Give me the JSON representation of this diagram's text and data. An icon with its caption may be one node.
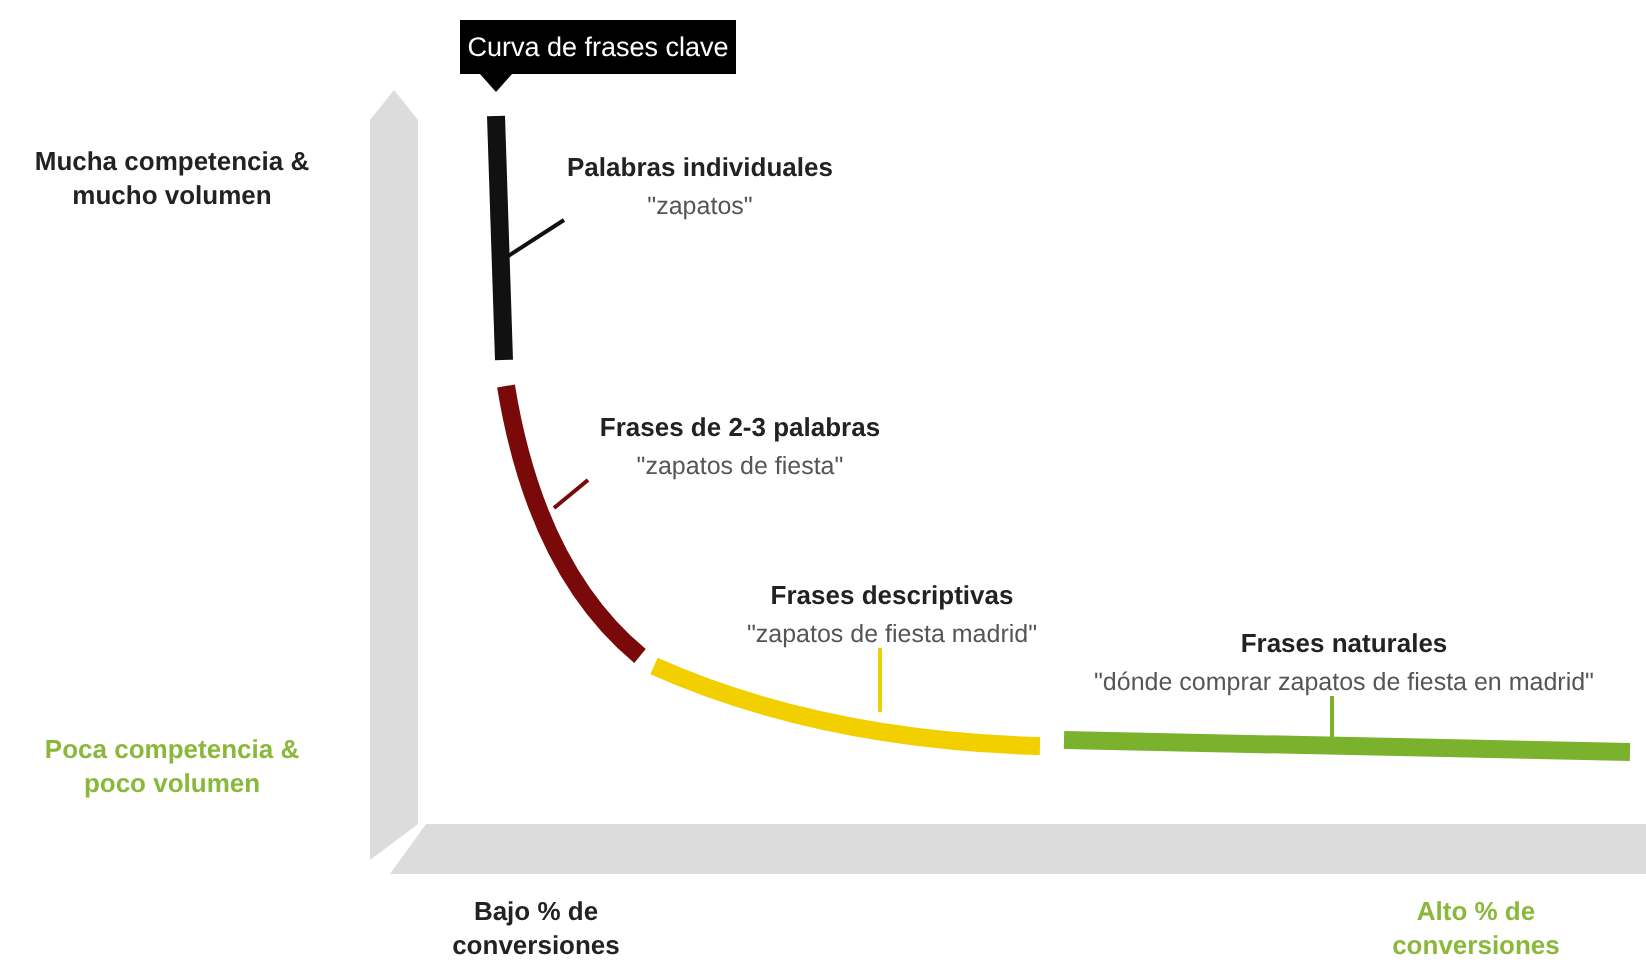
{
  "diagram": {
    "nodes": [
      {
        "text": [
          "Curva de frases clave"
        ]
      },
      {
        "text": [],
        "shape": "bar"
      },
      {
        "text": [
          "Palabras individuales",
          "\"zapatos\""
        ]
      },
      {
        "text": [],
        "shape": "bar"
      },
      {
        "text": [
          "Frases de 2-3 palabras",
          "\"zapatos de fiesta\""
        ]
      },
      {
        "text": [],
        "shape": "bar"
      },
      {
        "text": [
          "Frases descriptivas",
          "\"zapatos de fiesta madrid\""
        ]
      },
      {
        "text": [],
        "shape": "bar"
      },
      {
        "text": [
          "Frases naturales",
          "\"dónde comprar zapatos de fiesta en madrid\""
        ]
      }
    ],
    "edges": [
      {
        "from": 2,
        "to": 1,
        "arrow": "none"
      },
      {
        "from": 4,
        "to": 3,
        "arrow": "none",
        "color": "#7a0a0a"
      },
      {
        "from": 6,
        "to": 5,
        "arrow": "none",
        "color": "#f2d000"
      },
      {
        "from": 8,
        "to": 7,
        "arrow": "none",
        "color": "#7ab22e"
      }
    ],
    "labels": [
      "Mucha competencia & mucho volumen",
      "Poca competencia & poco volumen",
      "Bajo % de conversiones",
      "Alto % de conversiones"
    ]
  }
}
